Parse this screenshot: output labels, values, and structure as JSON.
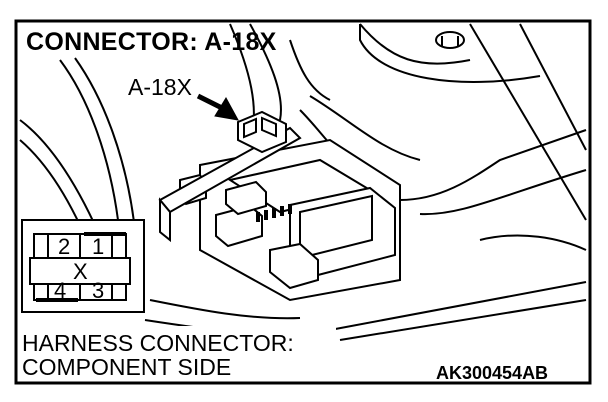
{
  "title": "CONNECTOR: A-18X",
  "callout_label": "A-18X",
  "connector_pins": {
    "top_left": "2",
    "top_right": "1",
    "middle": "X",
    "bottom_left": "4",
    "bottom_right": "3"
  },
  "harness_label_line1": "HARNESS CONNECTOR:",
  "harness_label_line2": "COMPONENT SIDE",
  "figure_code": "AK300454AB"
}
